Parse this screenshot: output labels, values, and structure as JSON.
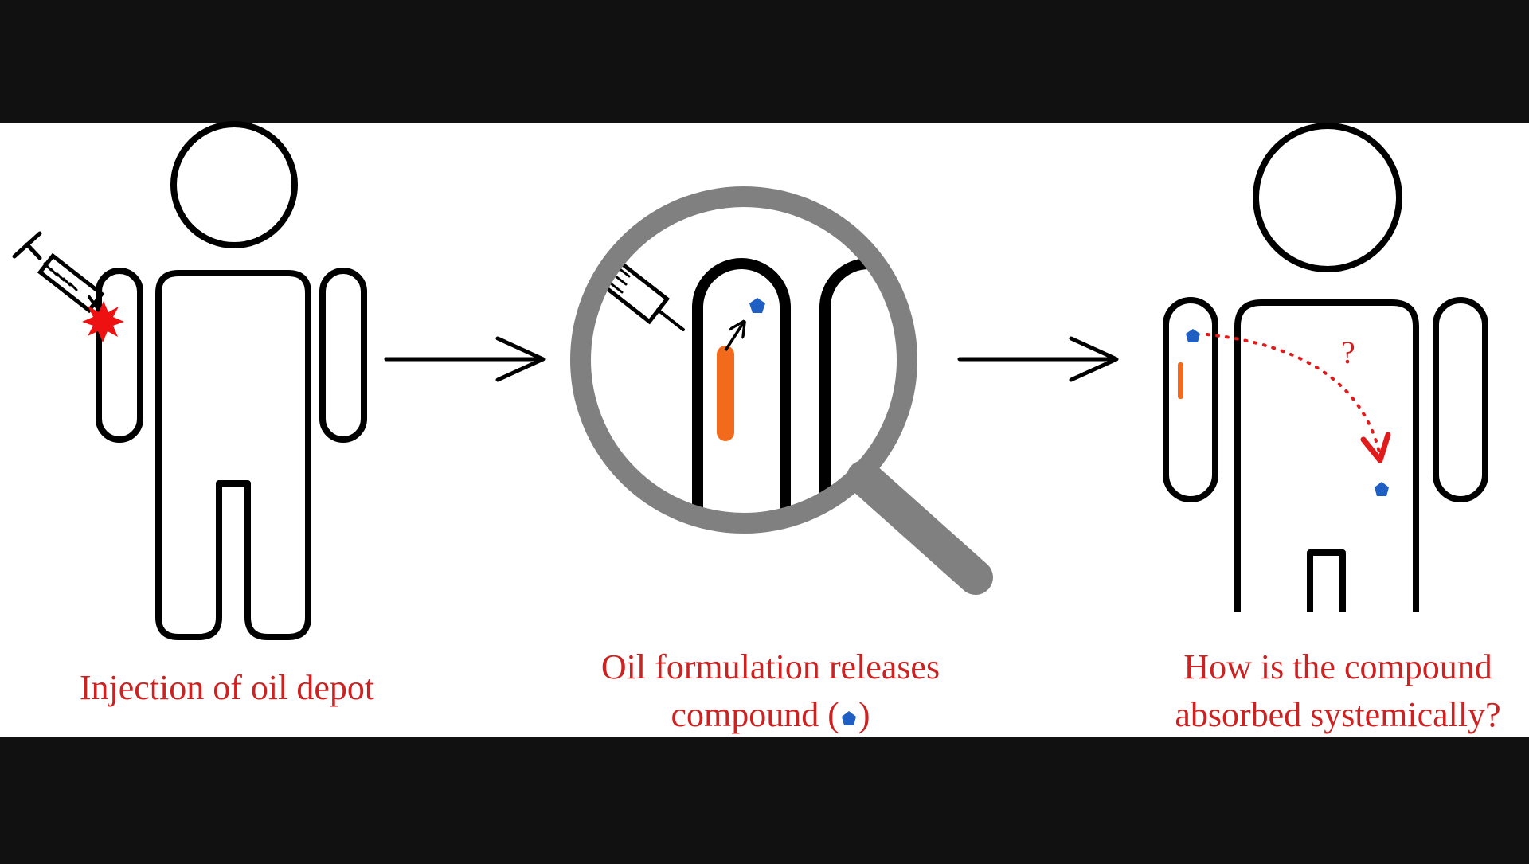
{
  "colors": {
    "background": "#ffffff",
    "letterbox": "#111111",
    "outline": "#000000",
    "caption": "#cc2222",
    "injection_burst": "#ee1111",
    "oil_depot": "#f26a1b",
    "compound": "#1f5fc4",
    "magnifier": "#808080",
    "absorption_path": "#e01b1b"
  },
  "icons": {
    "syringe": "syringe-icon",
    "burst": "injection-burst-icon",
    "magnifier": "magnifying-glass-icon",
    "compound": "pentagon-icon",
    "arrow": "arrow-right-icon"
  },
  "panels": {
    "injection": {
      "caption_line1": "Injection of oil depot"
    },
    "release": {
      "caption_line1": "Oil formulation releases",
      "caption_line2_prefix": "compound (",
      "caption_line2_suffix": ")"
    },
    "absorption": {
      "caption_line1": "How is the compound",
      "caption_line2": "absorbed systemically?",
      "question_mark": "?"
    }
  }
}
